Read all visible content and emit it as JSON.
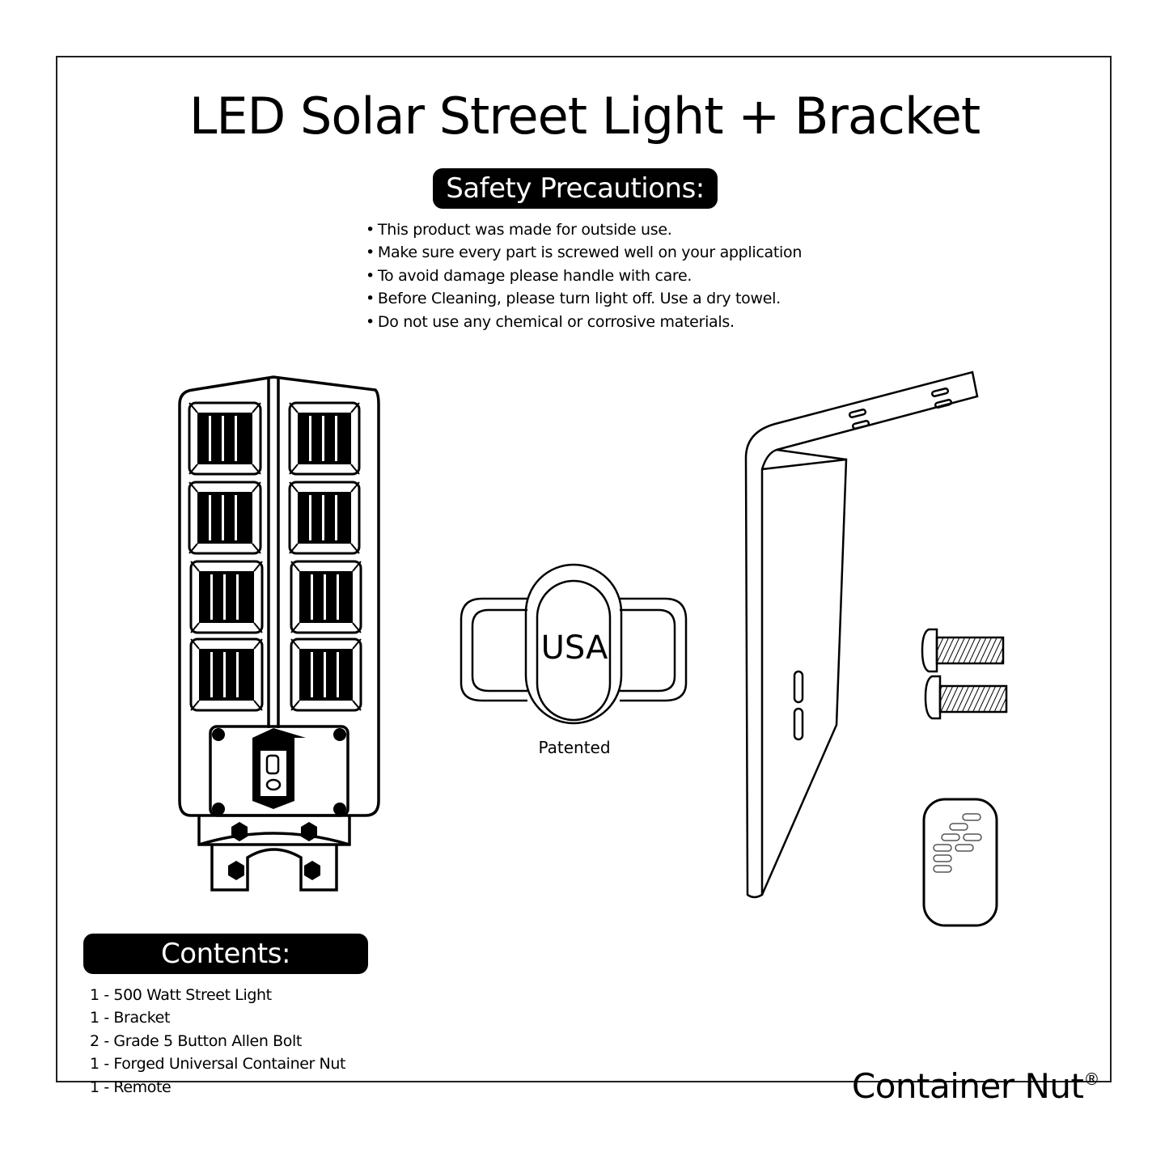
{
  "document": {
    "title": "LED Solar Street Light + Bracket",
    "safety": {
      "heading": "Safety Precautions:",
      "items": [
        "This product was made for outside use.",
        "Make sure every part is screwed well on your application",
        "To avoid damage please handle with care.",
        "Before Cleaning, please turn light off. Use a dry towel.",
        "Do not use any chemical or corrosive materials."
      ]
    },
    "illustrations": {
      "street_light": "solar-street-light-icon",
      "container_nut": {
        "label": "USA",
        "caption": "Patented"
      },
      "bracket": "bracket-icon",
      "bolts": "allen-bolt-icon",
      "remote": "remote-icon"
    },
    "contents": {
      "heading": "Contents:",
      "items": [
        "1 - 500 Watt Street Light",
        "1 - Bracket",
        "2 - Grade 5 Button Allen Bolt",
        "1 - Forged Universal Container Nut",
        "1 - Remote"
      ]
    },
    "brand": {
      "name": "Container Nut",
      "mark": "®"
    },
    "colors": {
      "ink": "#000000",
      "frame": "#231f20",
      "background": "#ffffff"
    }
  }
}
